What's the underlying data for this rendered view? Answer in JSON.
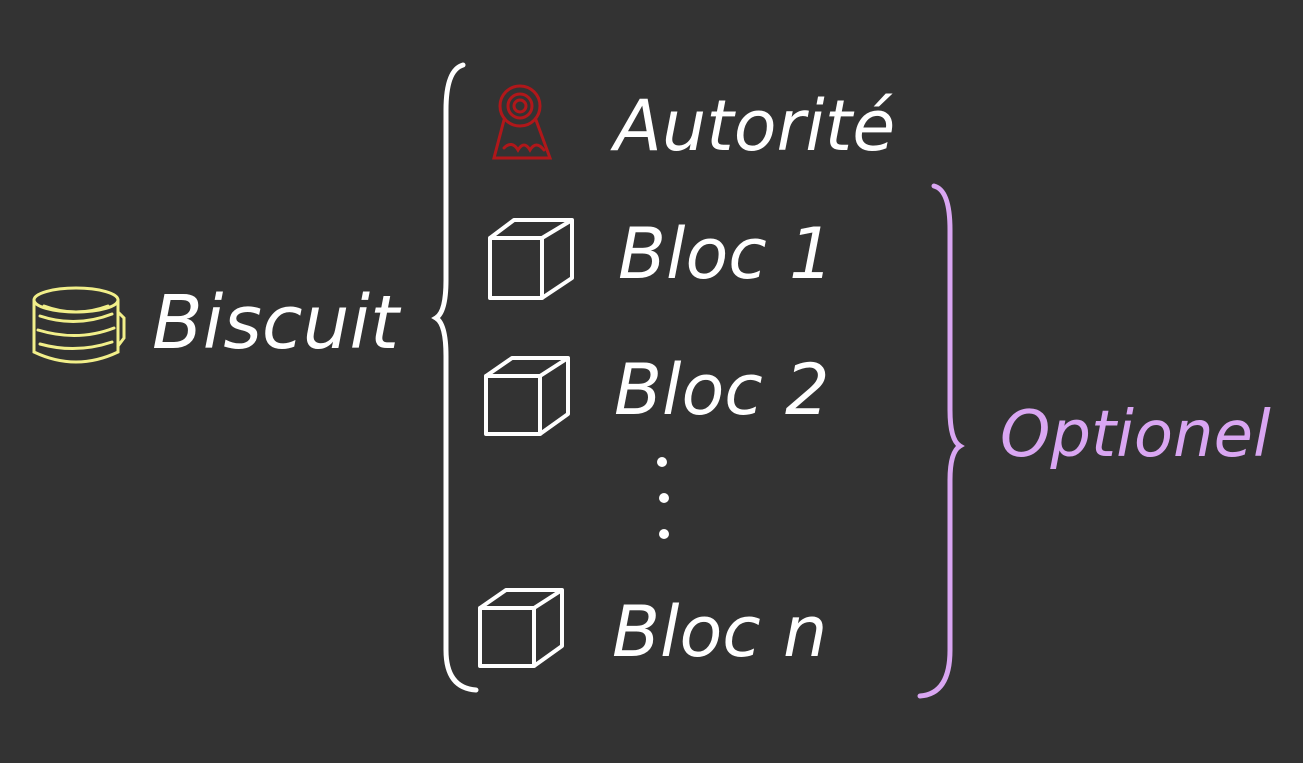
{
  "root": {
    "label": "Biscuit",
    "icon": "biscuit-icon"
  },
  "items": [
    {
      "label": "Autorité",
      "icon": "seal-icon"
    },
    {
      "label": "Bloc 1",
      "icon": "cube-icon"
    },
    {
      "label": "Bloc 2",
      "icon": "cube-icon"
    },
    {
      "label": "Bloc n",
      "icon": "cube-icon"
    }
  ],
  "optional_group": {
    "label": "Optionel"
  },
  "colors": {
    "background": "#333333",
    "stroke": "#ffffff",
    "biscuit": "#f2ef8a",
    "seal": "#b0171a",
    "optional": "#d9a6f2"
  }
}
